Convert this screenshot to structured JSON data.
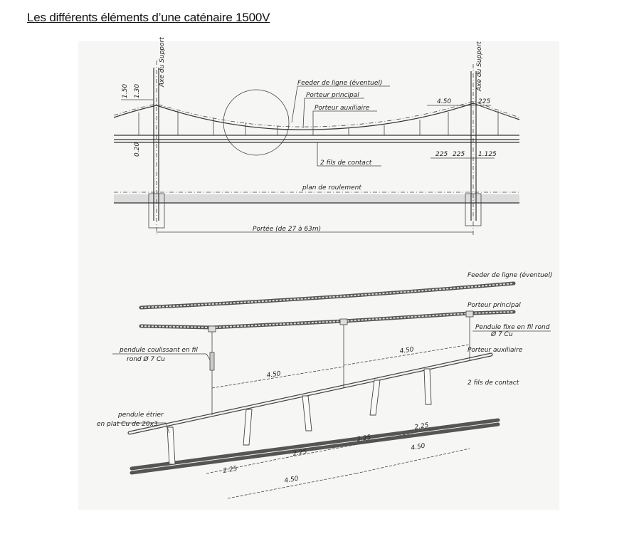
{
  "document": {
    "title": "Les différents éléments d’une caténaire 1500V"
  },
  "elevation_view": {
    "labels": {
      "feeder": "Feeder de ligne (éventuel)",
      "main_carrier": "Porteur principal",
      "aux_carrier": "Porteur auxiliaire",
      "contact_wires": "2 fils de contact",
      "rail_plane": "plan de roulement",
      "span": "Portée (de 27 à 63m)",
      "support_axis_left": "Axe du Support",
      "support_axis_right": "Axe du Support"
    },
    "dimensions": {
      "h1": "1.50",
      "h2": "1.30",
      "h3": "0.20",
      "d_450": "4.50",
      "d_225_top": "225",
      "d_225_a": "225",
      "d_225_b": "225",
      "d_1125": "1.125"
    }
  },
  "perspective_view": {
    "labels": {
      "feeder": "Feeder de ligne (éventuel)",
      "main_carrier": "Porteur principal",
      "fixed_hanger": "Pendule fixe en fil rond",
      "fixed_hanger_2": "Ø 7 Cu",
      "aux_carrier": "Porteur auxiliaire",
      "contact_wires": "2 fils de contact",
      "sliding_hanger": "pendule coulissant en fil",
      "sliding_hanger_2": "rond Ø 7 Cu",
      "stirrup_hanger": "pendule étrier",
      "stirrup_hanger_2": "en plat Cu de 20x3"
    },
    "dimensions": {
      "upper_a": "4.50",
      "upper_b": "4.50",
      "d1": "2.25",
      "d2": "2.25",
      "d3": "2.25",
      "d4": "2.25",
      "total_a": "4.50",
      "total_b": "4.50"
    }
  }
}
